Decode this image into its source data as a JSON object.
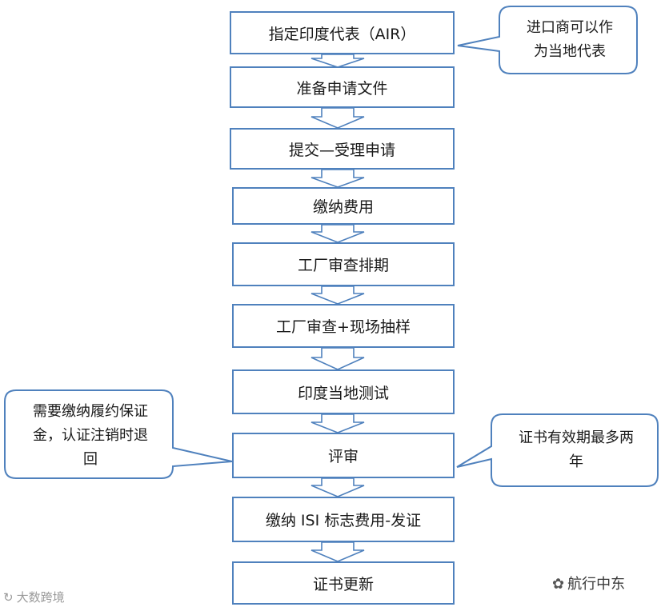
{
  "steps": [
    "指定印度代表（AIR）",
    "准备申请文件",
    "提交—受理申请",
    "缴纳费用",
    "工厂审查排期",
    "工厂审查+现场抽样",
    "印度当地测试",
    "评审",
    "缴纳 ISI 标志费用-发证",
    "证书更新"
  ],
  "callouts": {
    "air_rep": [
      "进口商可以作",
      "为当地代表"
    ],
    "deposit": [
      "需要缴纳履约保证",
      "金，认证注销时退",
      "回"
    ],
    "validity": [
      "证书有效期最多两",
      "年"
    ]
  },
  "watermarks": {
    "right": "航行中东",
    "left": "大数跨境"
  },
  "colors": {
    "box_border": "#4f81bd",
    "callout_border": "#4f81bd",
    "arrow_fill": "#ffffff"
  }
}
